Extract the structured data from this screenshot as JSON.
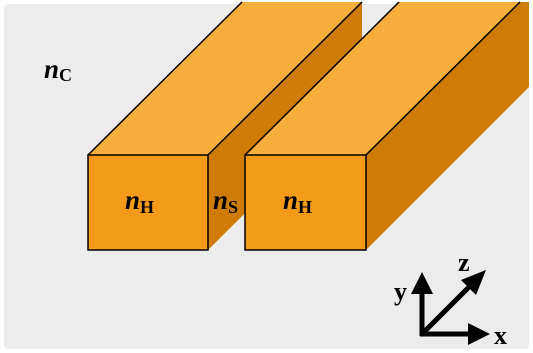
{
  "diagram": {
    "colors": {
      "background": "#ececec",
      "top_face": "#f8ae3c",
      "front_face": "#f39a18",
      "side_face": "#cf7c06",
      "edge": "#000000"
    },
    "labels": {
      "cladding": {
        "main": "n",
        "sub": "C"
      },
      "core_left": {
        "main": "n",
        "sub": "H"
      },
      "core_right": {
        "main": "n",
        "sub": "H"
      },
      "slot": {
        "main": "n",
        "sub": "S"
      }
    },
    "axes": {
      "x": "x",
      "y": "y",
      "z": "z"
    }
  }
}
